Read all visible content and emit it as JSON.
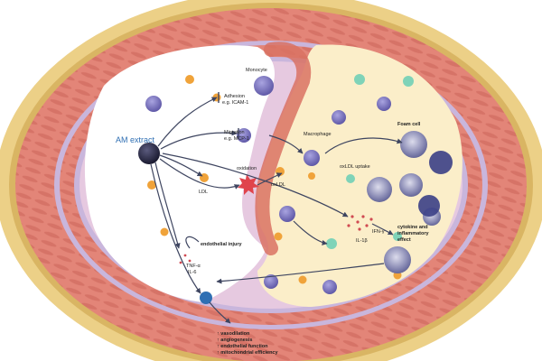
{
  "labels": {
    "am_extract": "AM extract",
    "monocyte": "Monocyte",
    "adhesion_1": "Adhesion",
    "adhesion_2": "e.g. ICAM-1",
    "migration_1": "Migration",
    "migration_2": "e.g. MCP-1",
    "macrophage": "Macrophage",
    "foam_cell": "Foam cell",
    "oxldl_uptake": "oxLDL uptake",
    "ldl": "LDL",
    "oxidation": "oxidation",
    "oxldl": "oxLDL",
    "il1b": "IL-1β",
    "ifng": "IFN-γ",
    "cytokine_1": "cytokine and",
    "cytokine_2": "inflammatory",
    "cytokine_3": "effect",
    "endothelial_injury": "endothelial injury",
    "tnf": "TNF-α",
    "il6": "IL-6",
    "outcome_1": "↑ vasodilation",
    "outcome_2": "↑ angiogenesis",
    "outcome_3": "↑ endothelial function",
    "outcome_4": "↑ mitochondrial efficiency"
  },
  "colors": {
    "adventitia": "#ecd087",
    "media": "#e38578",
    "lamina": "#c9b6dc",
    "intima": "#e6c9e0",
    "plaque": "#fbeec9",
    "lumen": "#ffffff",
    "monocyte": "#6f69b8",
    "am_cell": "#2b2b44",
    "ldl": "#f0a33a",
    "oxldl": "#7fd3b8",
    "arrow": "#3e4560",
    "accent": "#2f6fb3"
  }
}
